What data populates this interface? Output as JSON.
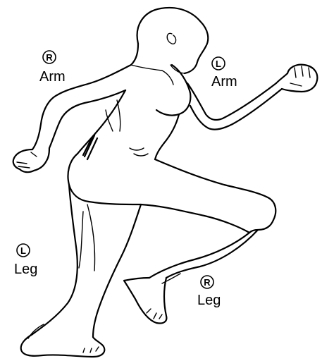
{
  "labels": {
    "right_arm": {
      "letter": "R",
      "word": "Arm"
    },
    "left_arm": {
      "letter": "L",
      "word": "Arm"
    },
    "left_leg": {
      "letter": "L",
      "word": "Leg"
    },
    "right_leg": {
      "letter": "R",
      "word": "Leg"
    }
  }
}
